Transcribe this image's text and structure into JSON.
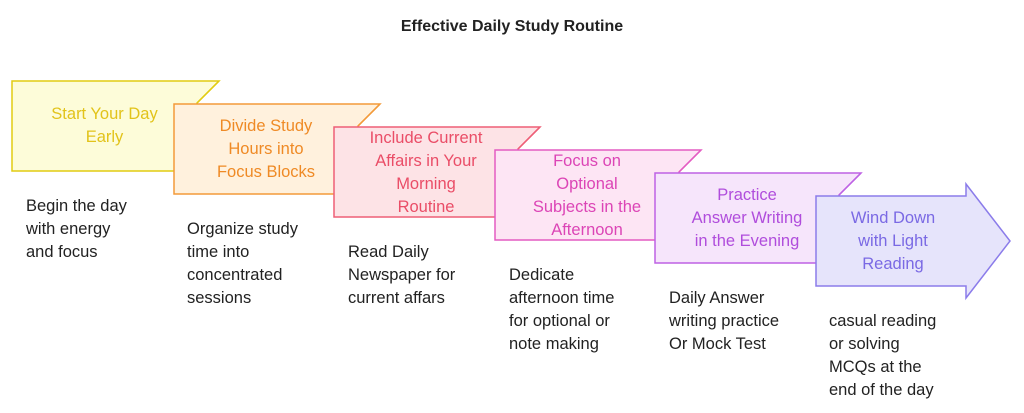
{
  "title": "Effective Daily Study Routine",
  "steps": [
    {
      "label": "Start Your Day\nEarly",
      "description": "Begin the day\nwith energy\nand focus",
      "fill": "#fdfcd9",
      "stroke": "#e2cc12",
      "text_color": "#e2c31a"
    },
    {
      "label": "Divide Study\nHours into\nFocus Blocks",
      "description": "Organize study\ntime into\nconcentrated\nsessions",
      "fill": "#fff1dd",
      "stroke": "#f39a3a",
      "text_color": "#ef8a25"
    },
    {
      "label": "Include Current\nAffairs in Your\nMorning\nRoutine",
      "description": "Read Daily\nNewspaper for\ncurrent affars",
      "fill": "#fde3e6",
      "stroke": "#ee5f77",
      "text_color": "#ea4d67"
    },
    {
      "label": "Focus on\nOptional\nSubjects in the\nAfternoon",
      "description": "Dedicate\nafternoon time\nfor optional or\nnote making",
      "fill": "#fde5f4",
      "stroke": "#e45cc2",
      "text_color": "#dc45b6"
    },
    {
      "label": "Practice\nAnswer Writing\nin the Evening",
      "description": "Daily Answer\nwriting practice\nOr Mock Test",
      "fill": "#f6e5fb",
      "stroke": "#be62e4",
      "text_color": "#b04ddc"
    },
    {
      "label": "Wind Down\nwith Light\nReading",
      "description": "casual reading\nor solving\nMCQs at the\nend of the day",
      "fill": "#e6e4fb",
      "stroke": "#8b7cea",
      "text_color": "#7a69e4"
    }
  ]
}
